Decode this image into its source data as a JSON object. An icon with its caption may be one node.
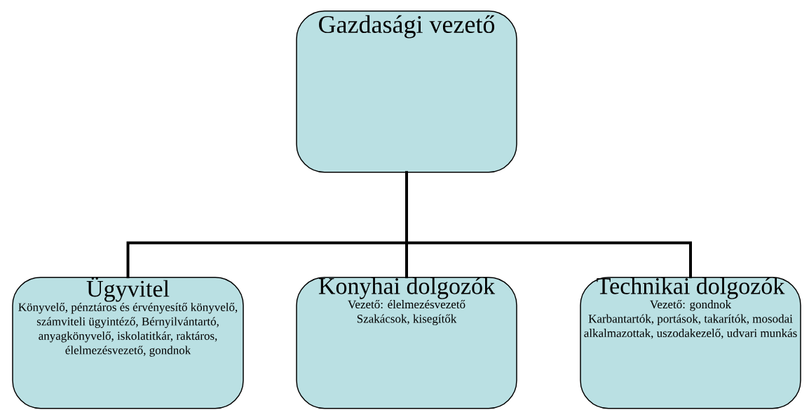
{
  "diagram": {
    "nodes": [
      {
        "text": [
          "Gazdasági vezető"
        ]
      },
      {
        "text": [
          "Ügyvitel",
          "Könyvelő, pénztáros és érvényesítő könyvelő, számviteli ügyintéző, Bérnyilvántartó, anyagkönyvelő, iskolatitkár, raktáros, élelmezésvezető, gondnok"
        ]
      },
      {
        "text": [
          "Konyhai dolgozók",
          "Vezető: élelmezésvezető",
          "Szakácsok, kisegítők"
        ]
      },
      {
        "text": [
          "Technikai dolgozók",
          "Vezető: gondnok",
          "Karbantartók, portások, takarítók, mosodai alkalmazottak, uszodakezelő, udvari munkás"
        ]
      }
    ],
    "edges": [
      {
        "from": 0,
        "to": 1,
        "arrow": "none"
      },
      {
        "from": 0,
        "to": 2,
        "arrow": "none"
      },
      {
        "from": 0,
        "to": 3,
        "arrow": "none"
      }
    ]
  }
}
